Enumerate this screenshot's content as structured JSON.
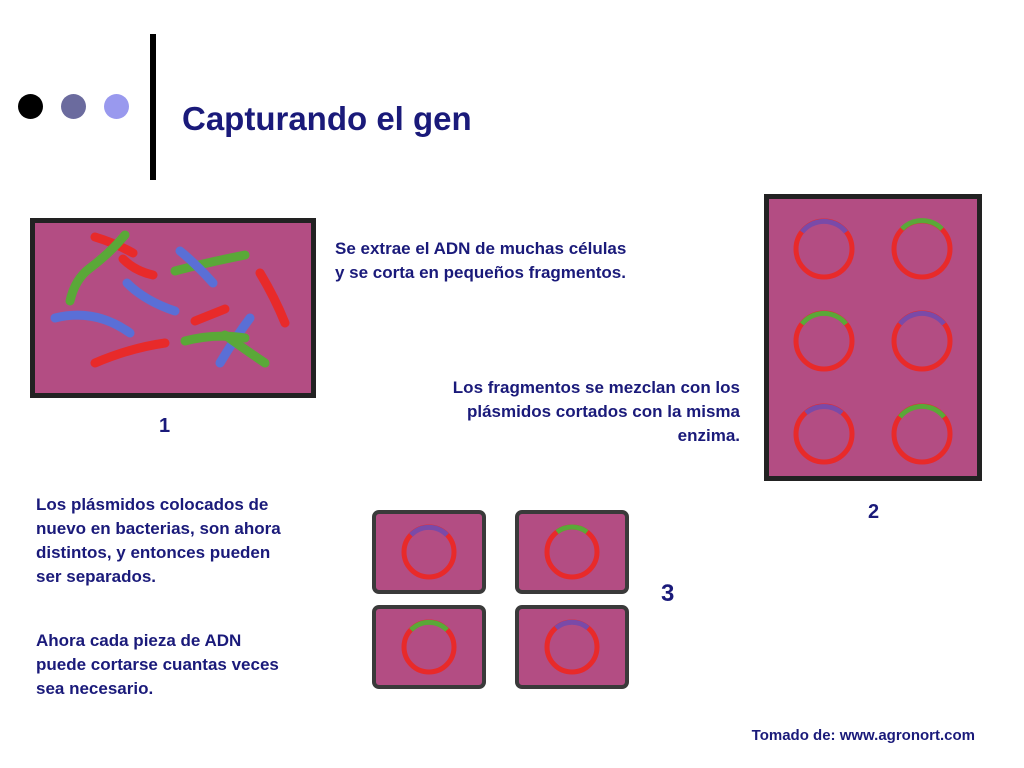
{
  "title": "Capturando el gen",
  "decor": {
    "dot_colors": [
      "#000000",
      "#6b6b9e",
      "#9999ee"
    ]
  },
  "captions": {
    "step1": [
      "Se extrae el ADN de muchas células",
      "y se corta en pequeños fragmentos."
    ],
    "step2": [
      "Los fragmentos se mezclan con los",
      "plásmidos cortados con la misma",
      "enzima."
    ],
    "step3a": [
      "Los plásmidos colocados de",
      "nuevo en bacterias, son ahora",
      "distintos, y entonces pueden",
      "ser separados."
    ],
    "step3b": [
      "Ahora cada pieza de ADN",
      "puede cortarse cuantas veces",
      "sea necesario."
    ]
  },
  "labels": {
    "one": "1",
    "two": "2",
    "three": "3"
  },
  "source": "Tomado de: www.agronort.com",
  "colors": {
    "text": "#1a1a7a",
    "panel": "#b34d83",
    "dna_red": "#e82a2a",
    "dna_green": "#5aa838",
    "dna_blue": "#5a6fd6"
  }
}
